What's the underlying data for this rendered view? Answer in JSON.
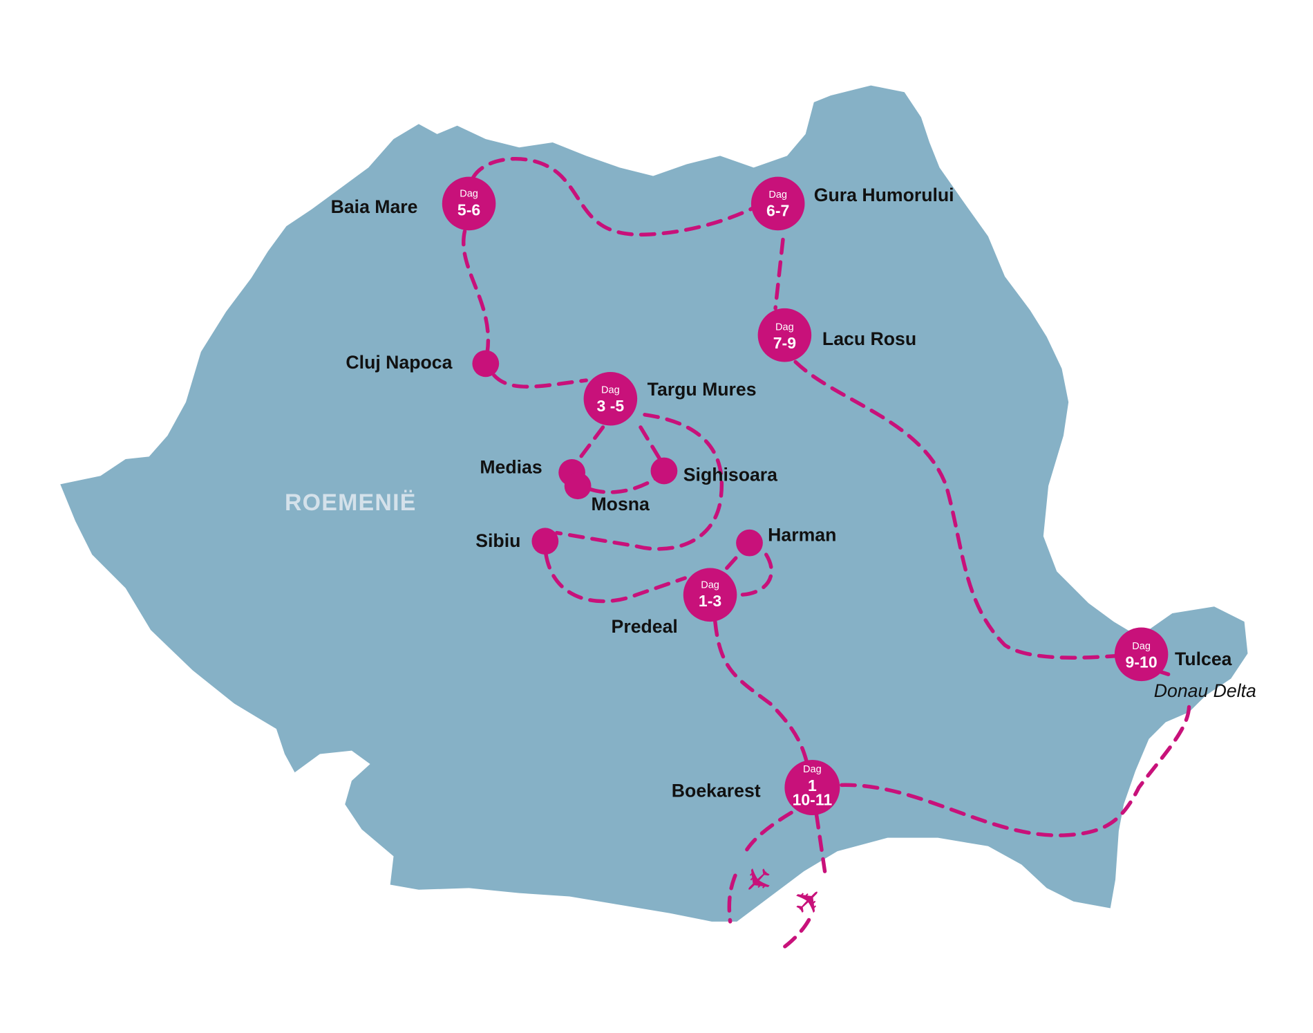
{
  "map": {
    "country_label": "ROEMENIË",
    "land_color": "#86b1c6",
    "route_color": "#c8117a",
    "dag_label": "Dag",
    "stops": [
      {
        "id": "baia-mare",
        "name": "Baia Mare",
        "days": "5-6"
      },
      {
        "id": "gura-humorului",
        "name": "Gura Humorului",
        "days": "6-7"
      },
      {
        "id": "lacu-rosu",
        "name": "Lacu Rosu",
        "days": "7-9"
      },
      {
        "id": "cluj-napoca",
        "name": "Cluj Napoca"
      },
      {
        "id": "targu-mures",
        "name": "Targu Mures",
        "days": "3 -5"
      },
      {
        "id": "medias",
        "name": "Medias"
      },
      {
        "id": "sighisoara",
        "name": "Sighisoara"
      },
      {
        "id": "mosna",
        "name": "Mosna"
      },
      {
        "id": "sibiu",
        "name": "Sibiu"
      },
      {
        "id": "harman",
        "name": "Harman"
      },
      {
        "id": "predeal",
        "name": "Predeal",
        "days": "1-3"
      },
      {
        "id": "boekarest",
        "name": "Boekarest",
        "days_line1": "1",
        "days_line2": "10-11"
      },
      {
        "id": "tulcea",
        "name": "Tulcea",
        "days": "9-10"
      }
    ],
    "region_label": "Donau Delta",
    "plane_icon": "✈"
  }
}
